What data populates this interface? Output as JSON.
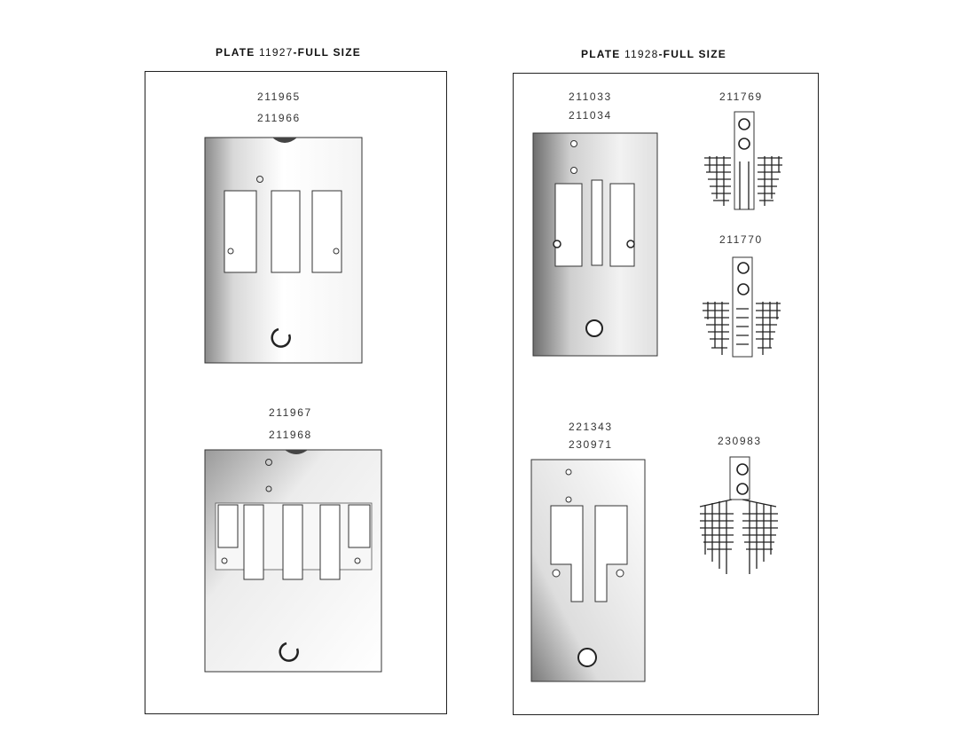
{
  "left_panel": {
    "title_prefix": "PLATE",
    "title_number": "11927",
    "title_suffix": "-FULL SIZE",
    "group_top": {
      "part_numbers": [
        "211965",
        "211966"
      ]
    },
    "group_bottom": {
      "part_numbers": [
        "211967",
        "211968"
      ]
    }
  },
  "right_panel": {
    "title_prefix": "PLATE",
    "title_number": "11928",
    "title_suffix": "-FULL SIZE",
    "group_top_left": {
      "part_numbers": [
        "211033",
        "211034"
      ]
    },
    "feed_dog_top": {
      "part_number": "211769"
    },
    "feed_dog_middle": {
      "part_number": "211770"
    },
    "group_bottom_left": {
      "part_numbers": [
        "221343",
        "230971"
      ]
    },
    "feed_dog_bottom": {
      "part_number": "230983"
    }
  }
}
